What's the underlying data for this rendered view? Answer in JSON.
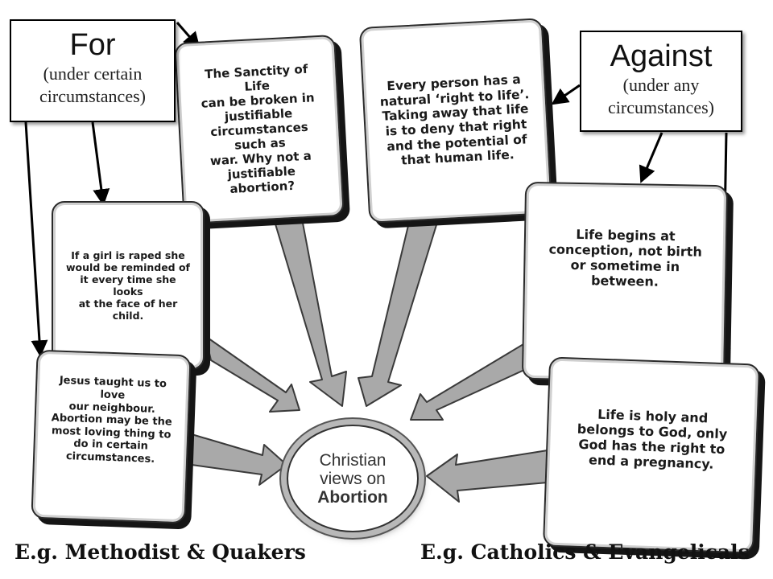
{
  "center": {
    "line1": "Christian",
    "line2": "views on",
    "line3": "Abortion"
  },
  "for_label": {
    "title": "For",
    "subtitle_line1": "(under certain",
    "subtitle_line2": "circumstances)"
  },
  "against_label": {
    "title": "Against",
    "subtitle_line1": "(under any",
    "subtitle_line2": "circumstances)"
  },
  "cards": {
    "sanctity": [
      "The Sanctity of Life",
      "can be broken in",
      "justifiable",
      "circumstances such as",
      "war. Why not a",
      "justifiable abortion?"
    ],
    "right_to_life": [
      "Every person has a",
      "natural ‘right to life’.",
      "Taking away that life",
      "is to deny that right",
      "and the potential of",
      "that human life."
    ],
    "rape": [
      "If a girl is raped she",
      "would be reminded of",
      "it every time she looks",
      "at the face of her child."
    ],
    "conception": [
      "Life begins at",
      "conception, not birth",
      "or sometime in",
      "between."
    ],
    "jesus": [
      "Jesus taught us to love",
      "our neighbour.",
      "Abortion may be the",
      "most loving thing to",
      "do in certain",
      "circumstances."
    ],
    "holy": [
      "Life is holy and",
      "belongs to God, only",
      "God has the right to",
      "end a pregnancy."
    ]
  },
  "footers": {
    "left": "E.g. Methodist & Quakers",
    "right": "E.g. Catholics & Evangelicals"
  },
  "colors": {
    "arrow_fill": "#a9a9a9",
    "arrow_stroke": "#3a3a3a",
    "card_shadow": "#151515"
  }
}
